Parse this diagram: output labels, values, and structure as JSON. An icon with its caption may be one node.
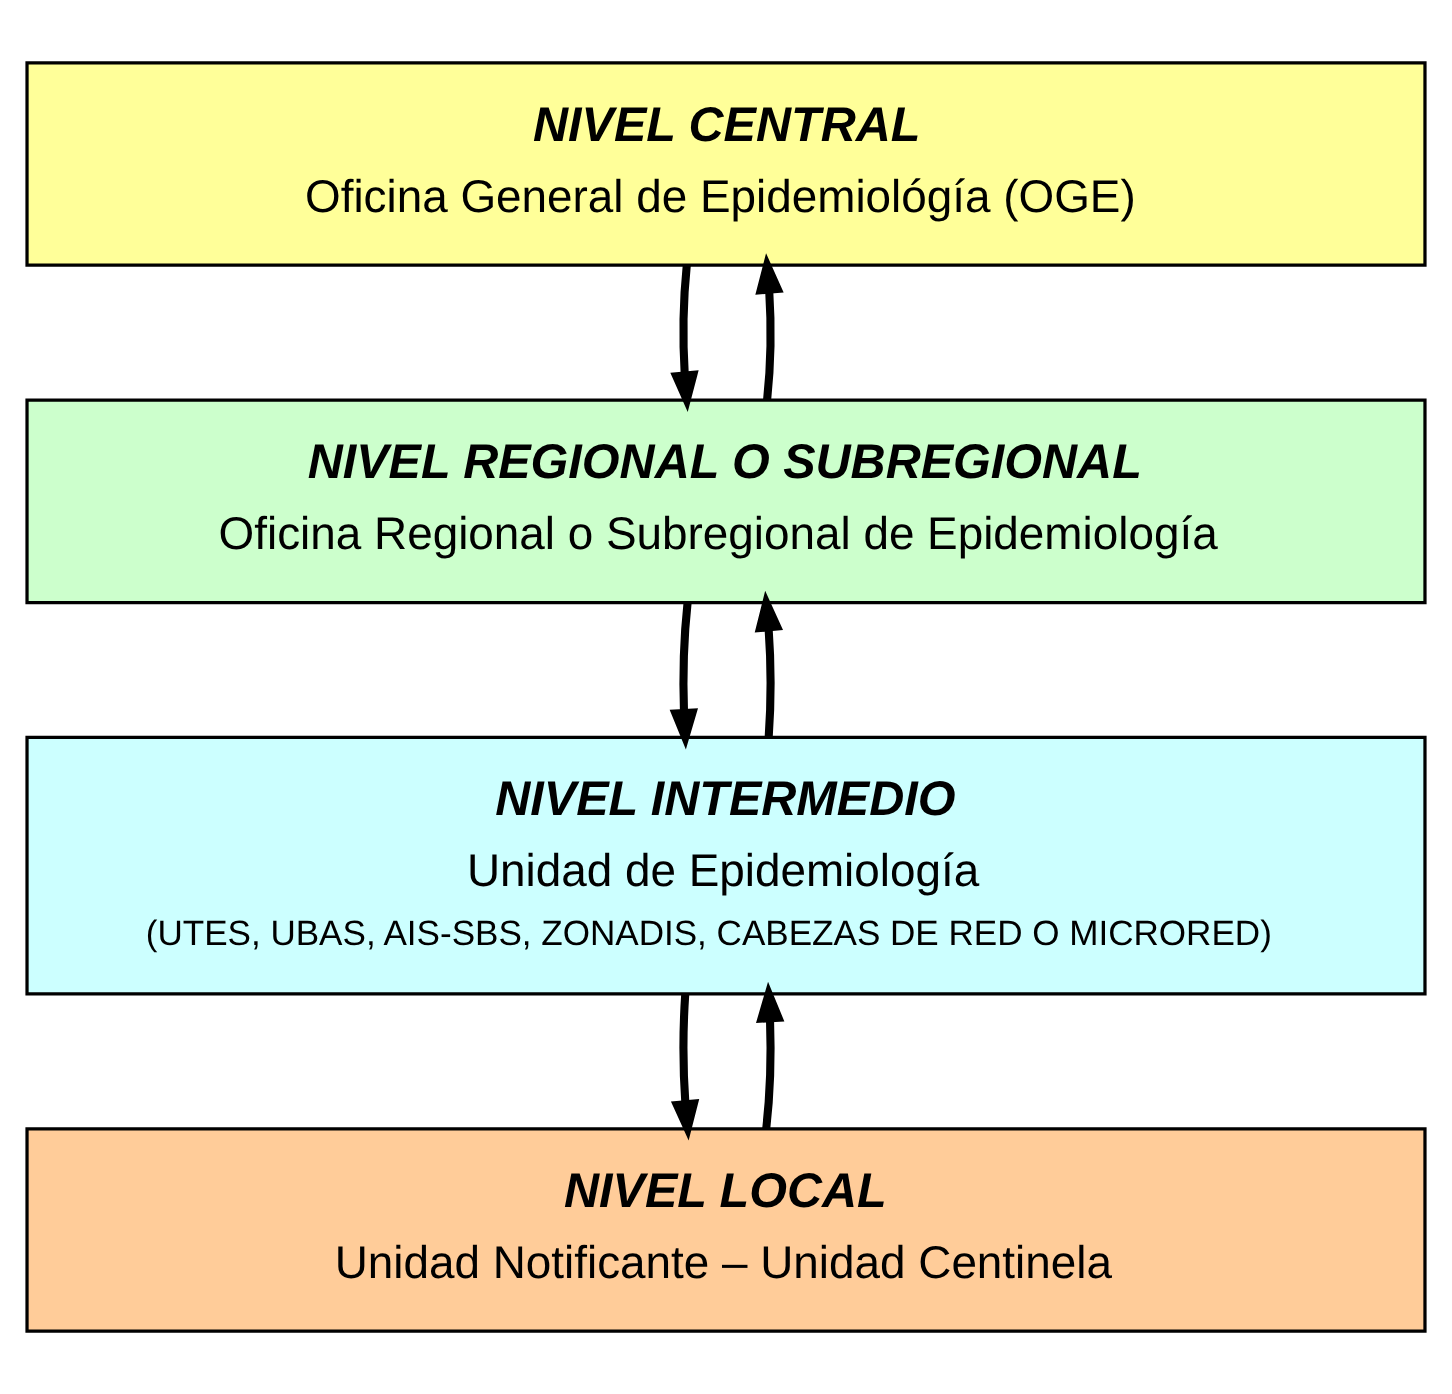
{
  "diagram": {
    "nodes": [
      {
        "text": [
          "NIVEL CENTRAL",
          "Oficina General de Epidemiológía (OGE)"
        ]
      },
      {
        "text": [
          "NIVEL REGIONAL O SUBREGIONAL",
          "Oficina Regional o Subregional de Epidemiología"
        ]
      },
      {
        "text": [
          "NIVEL INTERMEDIO",
          "Unidad de Epidemiología",
          "(UTES, UBAS, AIS-SBS, ZONADIS, CABEZAS DE RED O MICRORED)"
        ]
      },
      {
        "text": [
          "NIVEL LOCAL",
          "Unidad Notificante – Unidad Centinela"
        ]
      }
    ],
    "edges": [
      {
        "from": 1,
        "to": 0,
        "arrow": "to"
      },
      {
        "from": 0,
        "to": 1,
        "arrow": "to"
      },
      {
        "from": 2,
        "to": 1,
        "arrow": "to"
      },
      {
        "from": 1,
        "to": 2,
        "arrow": "to"
      },
      {
        "from": 3,
        "to": 2,
        "arrow": "to"
      },
      {
        "from": 2,
        "to": 3,
        "arrow": "to"
      }
    ]
  }
}
